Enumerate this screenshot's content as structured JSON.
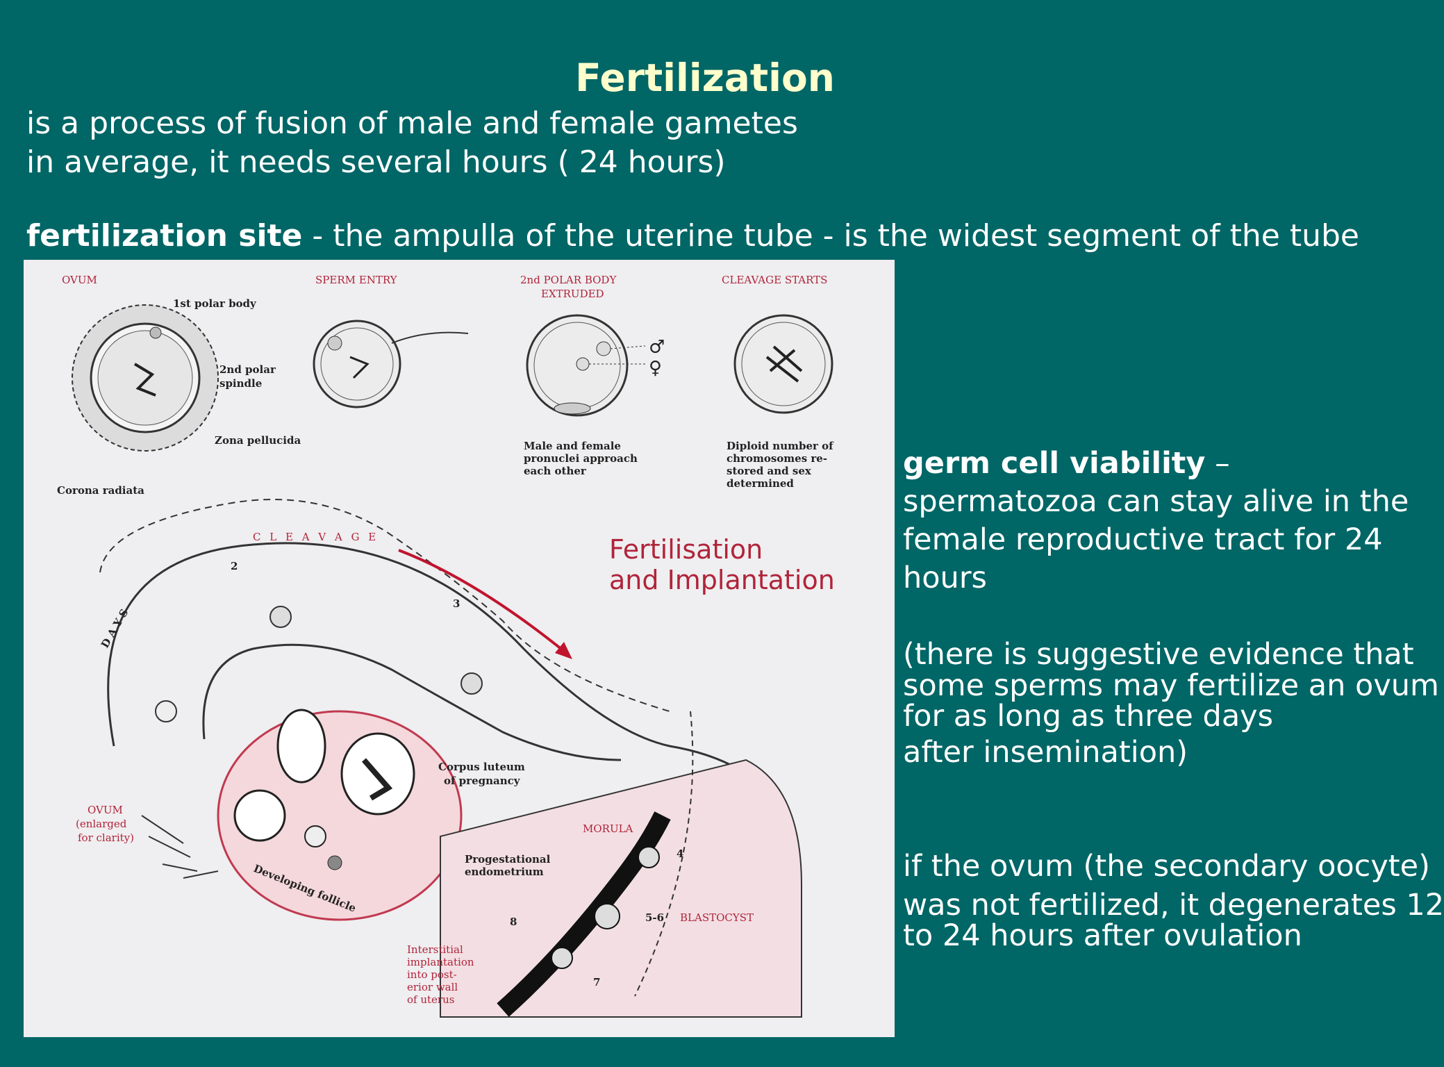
{
  "title": "Fertilization",
  "intro": {
    "line1": "is a process of fusion of male and female gametes",
    "line2": "in average, it needs several hours ( 24 hours)"
  },
  "site": {
    "bold": "fertilization site",
    "text": " - the ampulla of the uterine tube -  is the widest segment of the tube"
  },
  "figure": {
    "stages": {
      "ovum": "OVUM",
      "sperm_entry": "SPERM ENTRY",
      "polar_body_1": "2nd POLAR BODY",
      "polar_body_2": "EXTRUDED",
      "cleavage_starts": "CLEAVAGE STARTS"
    },
    "labels": {
      "first_polar_body": "1st polar body",
      "second_polar_1": "2nd polar",
      "second_polar_2": "spindle",
      "zona": "Zona pellucida",
      "corona": "Corona radiata",
      "pronuclei_1": "Male and female",
      "pronuclei_2": "pronuclei approach",
      "pronuclei_3": "each other",
      "diploid_1": "Diploid number of",
      "diploid_2": "chromosomes re-",
      "diploid_3": "stored and sex",
      "diploid_4": "determined",
      "male_symbol": "♂",
      "female_symbol": "♀",
      "cleavage": "C L E A V A G E",
      "days": "D A Y S",
      "day2": "2",
      "day3": "3",
      "day4": "4",
      "day56": "5-6",
      "day7": "7",
      "day8": "8",
      "fert_impl_1": "Fertilisation",
      "fert_impl_2": "and Implantation",
      "corpus_1": "Corpus luteum",
      "corpus_2": "of pregnancy",
      "ovum_red_1": "OVUM",
      "ovum_red_2": "(enlarged",
      "ovum_red_3": "for clarity)",
      "developing": "Developing follicle",
      "morula": "MORULA",
      "progest_1": "Progestational",
      "progest_2": "endometrium",
      "blastocyst": "BLASTOCYST",
      "inter_1": "Interstitial",
      "inter_2": "implantation",
      "inter_3": "into post-",
      "inter_4": "erior wall",
      "inter_5": "of uterus"
    }
  },
  "viability": {
    "bold": "germ cell viability",
    "dash": " –",
    "l1": "spermatozoa can stay alive in the",
    "l2": "female reproductive tract for 24",
    "l3": "hours",
    "e1": "(there is suggestive evidence that",
    "e2": "some sperms may fertilize an ovum",
    "e3": "for as long as three days",
    "e4": "after insemination)",
    "o1": "if the ovum (the secondary oocyte)",
    "o2": "was not fertilized, it degenerates 12",
    "o3": "to 24 hours after ovulation"
  },
  "colors": {
    "background": "#006666",
    "title": "#ffffcc",
    "diagram_red": "#b0243a"
  }
}
